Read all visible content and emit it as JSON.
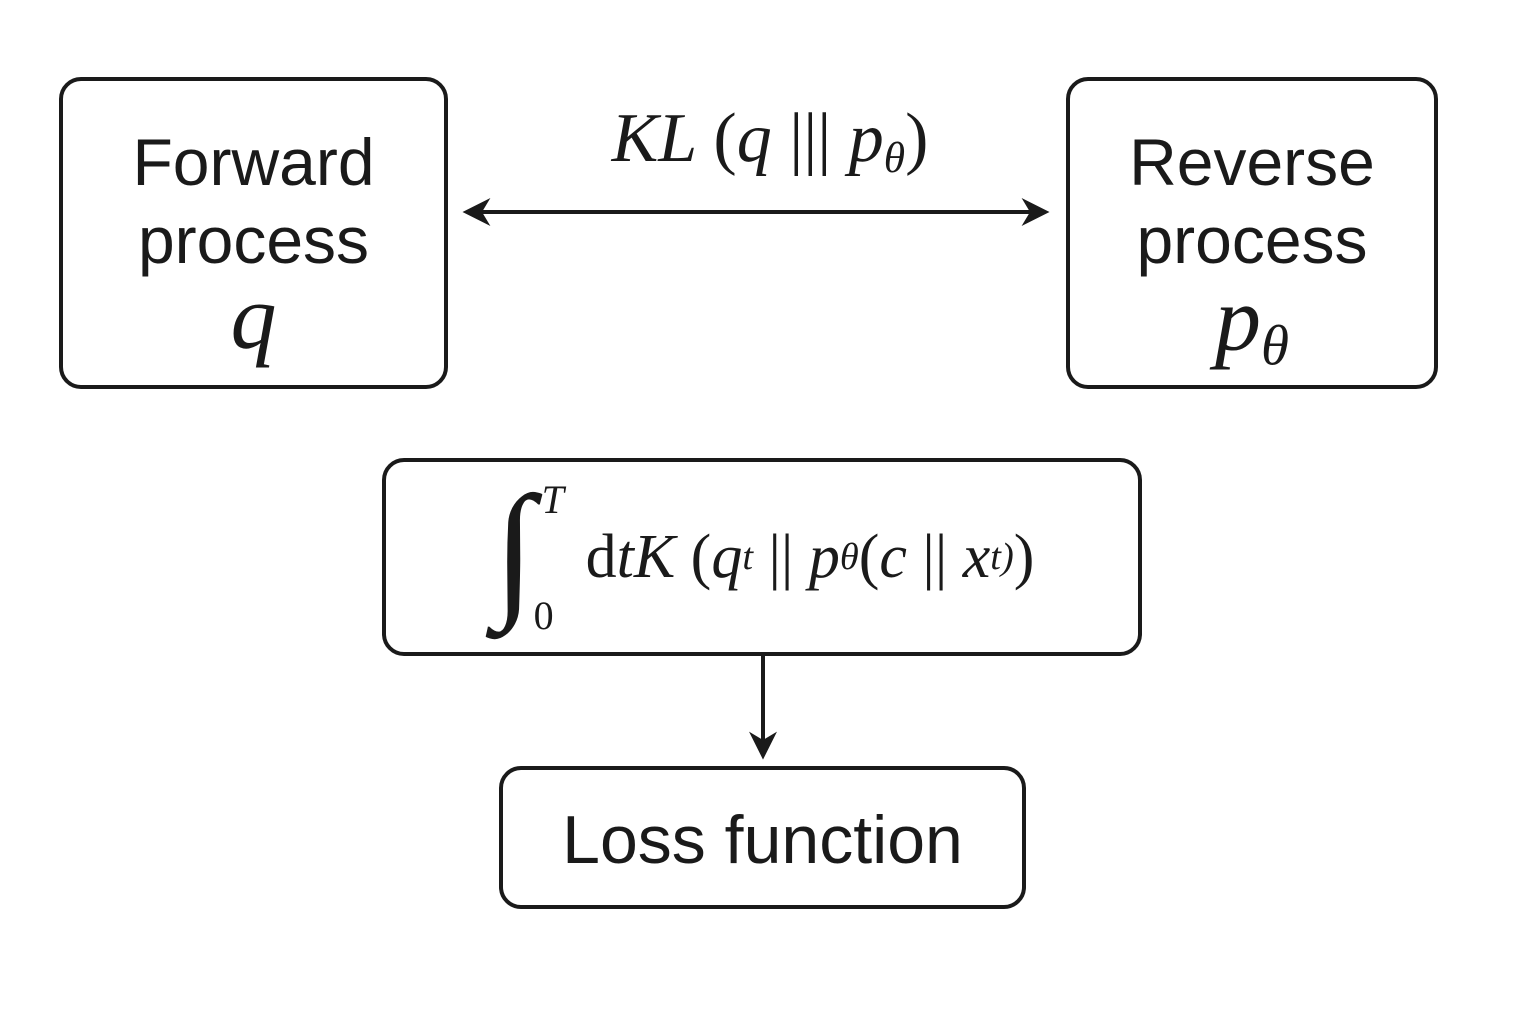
{
  "forward": {
    "line1": "Forward",
    "line2": "process",
    "symbol": "q"
  },
  "reverse": {
    "line1": "Reverse",
    "line2": "process",
    "symbol_base": "p",
    "symbol_sub": "θ"
  },
  "kl": {
    "prefix": "KL",
    "open": "(",
    "arg1": "q",
    "bars": " ||| ",
    "arg2_base": "p",
    "arg2_sub": "θ",
    "close": ")"
  },
  "integral": {
    "sign": "∫",
    "upper": "T",
    "lower": "0",
    "d": "d",
    "t": "t",
    "K": "K",
    "open": "(",
    "q_base": "q",
    "q_sub": "t",
    "bars1": " || ",
    "p_base": "p",
    "p_sub": "θ",
    "p_open": "(",
    "c": "c",
    "bars2": " || ",
    "x_base": "x",
    "x_sub": "t)",
    "close": ")"
  },
  "loss": {
    "label": "Loss function"
  },
  "colors": {
    "stroke": "#1a1a1a",
    "background": "#ffffff"
  }
}
